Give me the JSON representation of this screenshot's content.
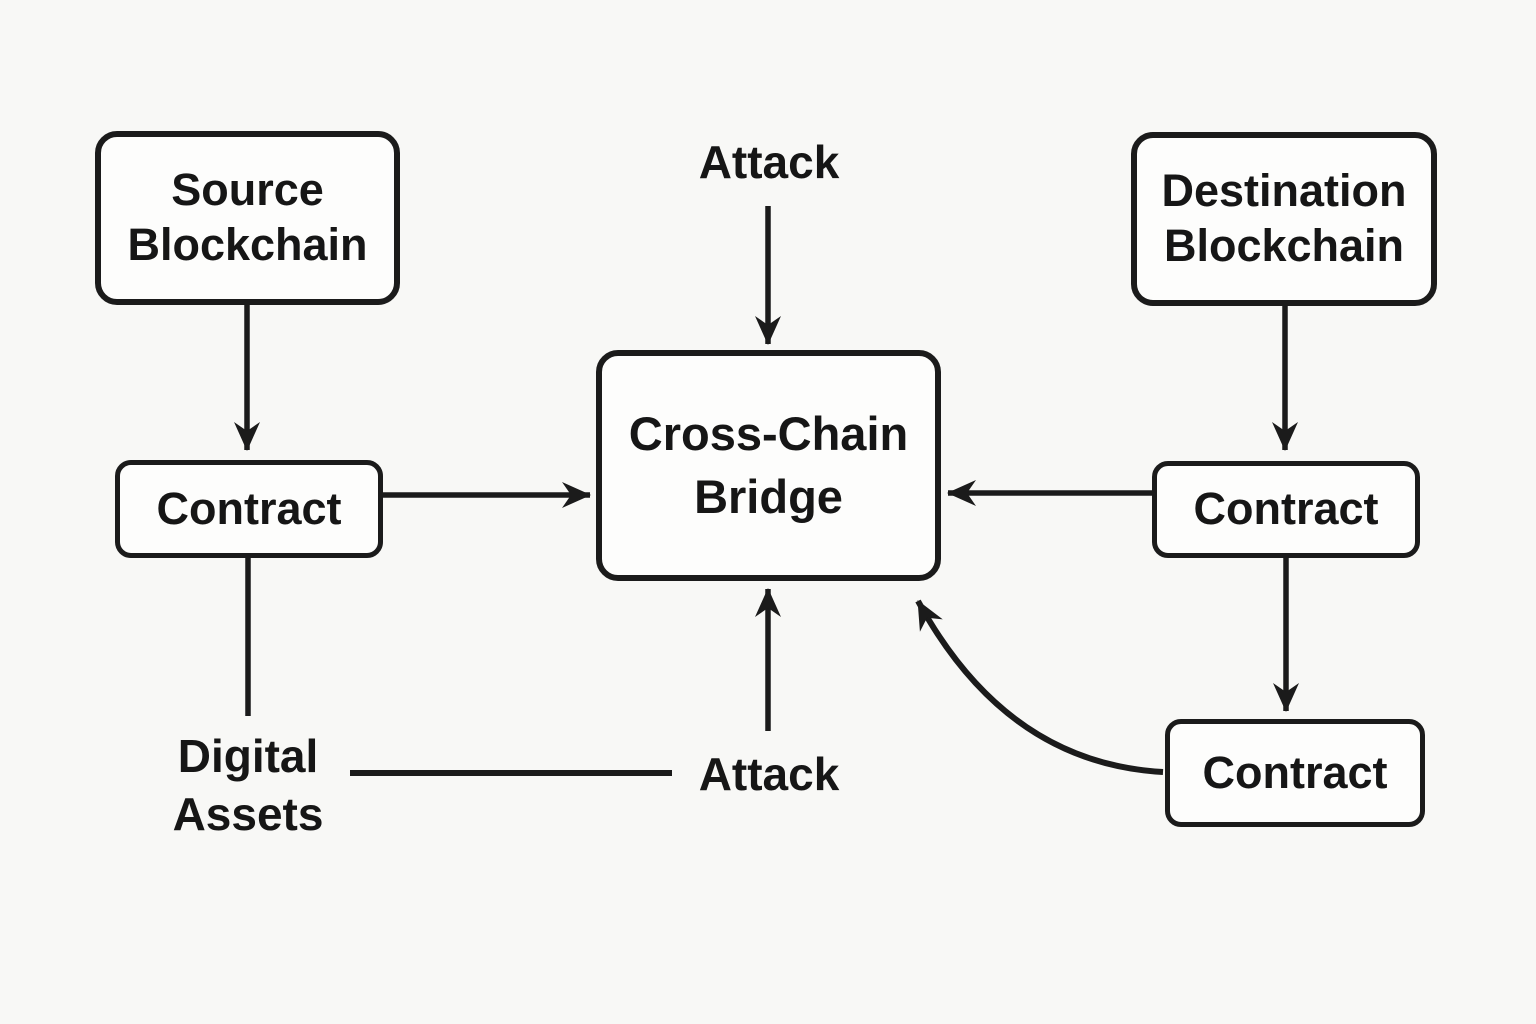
{
  "colors": {
    "background": "#f8f8f6",
    "node_fill": "#fdfdfc",
    "stroke": "#1b1b1b",
    "text": "#161616"
  },
  "nodes": {
    "source": {
      "label": "Source Blockchain"
    },
    "destination": {
      "label": "Destination Blockchain"
    },
    "bridge": {
      "label": "Cross-Chain Bridge"
    },
    "contract_left": {
      "label": "Contract"
    },
    "contract_right": {
      "label": "Contract"
    },
    "contract_bottom": {
      "label": "Contract"
    },
    "attack_top": {
      "label": "Attack"
    },
    "attack_bottom": {
      "label": "Attack"
    },
    "digital_assets": {
      "label": "Digital Assets"
    }
  },
  "edges": [
    {
      "from": "attack_top",
      "to": "bridge",
      "style": "arrow"
    },
    {
      "from": "source",
      "to": "contract_left",
      "style": "arrow"
    },
    {
      "from": "destination",
      "to": "contract_right",
      "style": "arrow"
    },
    {
      "from": "contract_left",
      "to": "bridge",
      "style": "arrow"
    },
    {
      "from": "contract_right",
      "to": "bridge",
      "style": "arrow"
    },
    {
      "from": "attack_bottom",
      "to": "bridge",
      "style": "arrow"
    },
    {
      "from": "contract_right",
      "to": "contract_bottom",
      "style": "arrow"
    },
    {
      "from": "contract_bottom",
      "to": "bridge",
      "style": "curved-arrow"
    },
    {
      "from": "contract_left",
      "to": "digital_assets",
      "style": "line"
    },
    {
      "from": "digital_assets",
      "to": "attack_bottom",
      "style": "line"
    }
  ]
}
